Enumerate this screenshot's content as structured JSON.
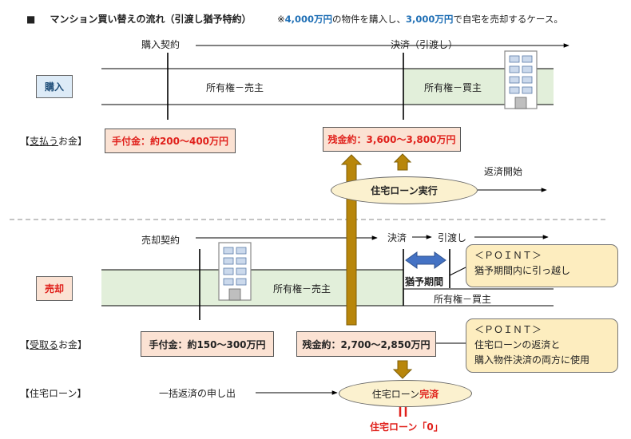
{
  "header": {
    "square": "■",
    "title": "マンション買い替えの流れ（引渡し猶予特約）",
    "note_prefix": "※",
    "note_buy": "4,000万円",
    "note_mid": "の物件を購入し、",
    "note_sell": "3,000万円",
    "note_suffix": "で自宅を売却するケース。"
  },
  "purchase": {
    "tag": "購入",
    "contract": "購入契約",
    "settlement": "決済（引渡し）",
    "ownership_seller": "所有権－売主",
    "ownership_buyer": "所有権－買主",
    "pay_label_pre": "【",
    "pay_label_u": "支払う",
    "pay_label_post": "お金】",
    "deposit": "手付金：約200～400万円",
    "balance": "残金約：3,600～3,800万円",
    "repayment_start": "返済開始",
    "loan_exec": "住宅ローン実行"
  },
  "sale": {
    "tag": "売却",
    "contract": "売却契約",
    "settlement": "決済",
    "handover": "引渡し",
    "ownership_seller": "所有権－売主",
    "ownership_buyer": "所有権－買主",
    "grace": "猶予期間",
    "recv_label_pre": "【",
    "recv_label_u": "受取る",
    "recv_label_post": "お金】",
    "deposit": "手付金：約150～300万円",
    "balance": "残金約：2,700～2,850万円"
  },
  "point1": {
    "heading": "＜ＰＯＩＮＴ＞",
    "line1": "猶予期間内に引っ越し"
  },
  "point2": {
    "heading": "＜ＰＯＩＮＴ＞",
    "line1": "住宅ローンの返済と",
    "line2": "購入物件決済の両方に使用"
  },
  "loan": {
    "label": "【住宅ローン】",
    "lump_sum": "一括返済の申し出",
    "complete_pre": "住宅ローン",
    "complete_red": "完済",
    "zero": "住宅ローン「0」"
  },
  "colors": {
    "band_green": "#e2efda",
    "tag_blue": "#ddebf7",
    "tag_orange": "#fbe2d3",
    "arrow_gold": "#b8860b",
    "arrow_blue": "#4472c4",
    "note_blue": "#1f6fb5",
    "red": "#e0201b"
  }
}
